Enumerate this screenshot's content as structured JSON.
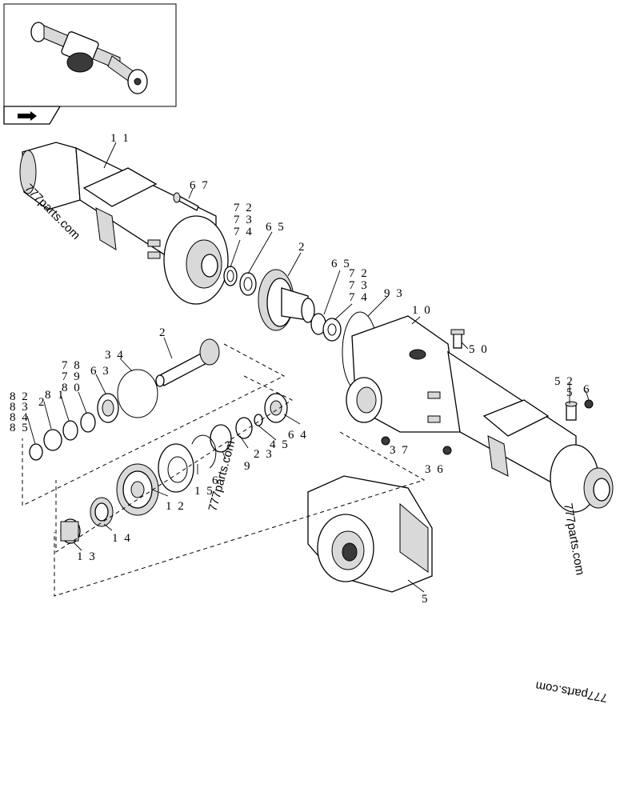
{
  "watermarks": [
    "777parts.com",
    "777parts.com",
    "777parts.com",
    "777parts.com"
  ],
  "labels": {
    "l11": "1 1",
    "l67": "6 7",
    "l72a": "7 2",
    "l73a": "7 3",
    "l74a": "7 4",
    "l65a": "6 5",
    "l2a": "2",
    "l65b": "6 5",
    "l72b": "7 2",
    "l73b": "7 3",
    "l74b": "7 4",
    "l93": "9 3",
    "l10": "1 0",
    "l50": "5 0",
    "l52": "5 2",
    "l55": "5",
    "l6": "6",
    "l37": "3 7",
    "l36": "3 6",
    "l5": "5",
    "l2b": "2",
    "l34": "3 4",
    "l78": "7 8",
    "l79": "7 9",
    "l80": "8 0",
    "l63": "6 3",
    "l8": "8",
    "l1": "1",
    "l2c": "2",
    "l82": "8 2",
    "l83": "8 3",
    "l84": "8 4",
    "l85": "8 5",
    "l64": "6 4",
    "l45": "4 5",
    "l23": "2 3",
    "l9": "9",
    "l6b": "6",
    "l15": "1 5",
    "l12": "1 2",
    "l14": "1 4",
    "l13": "1 3"
  }
}
